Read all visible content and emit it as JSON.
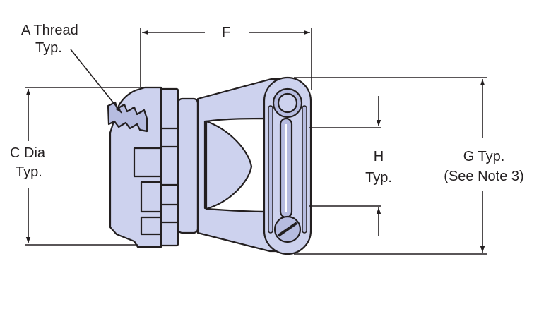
{
  "labels": {
    "a_thread": "A Thread",
    "a_thread_sub": "Typ.",
    "f": "F",
    "c_dia": "C Dia",
    "c_dia_sub": "Typ.",
    "h": "H",
    "h_sub": "Typ.",
    "g": "G Typ.",
    "g_sub": "(See Note 3)"
  },
  "colors": {
    "part_fill": "#cdd2ee",
    "part_shadow": "#b6bce0",
    "outline": "#231f20",
    "highlight": "#ffffff"
  }
}
